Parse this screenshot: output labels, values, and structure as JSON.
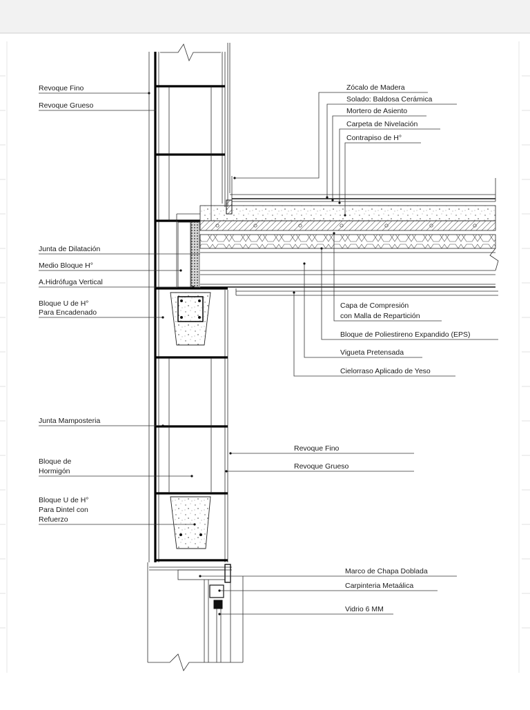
{
  "labels_left": [
    "Revoque Fino",
    "Revoque Grueso",
    "Junta de Dilatación",
    "Medio Bloque H°",
    "A.Hidrófuga Vertical",
    "Bloque U de H°",
    "Para Encadenado",
    "Junta Mamposteria",
    "Bloque de",
    "Hormigón",
    "Bloque U de H°",
    "Para Dintel con",
    "Refuerzo"
  ],
  "labels_right_top": [
    "Zócalo de Madera",
    "Solado: Baldosa Cerámica",
    "Mortero de Asiento",
    "Carpeta de Nivelación",
    "Contrapiso de H°"
  ],
  "labels_right_mid": [
    "Capa de Compresión",
    "con Malla de Repartición",
    "Bloque de Poliestireno Expandido (EPS)",
    "Vigueta Pretensada",
    "Cielorraso Aplicado de Yeso"
  ],
  "labels_right_wall": [
    "Revoque Fino",
    "Revoque Grueso"
  ],
  "labels_right_bottom": [
    "Marco de Chapa Doblada",
    "Carpinteria Metaálica",
    "Vidrio 6 MM"
  ]
}
